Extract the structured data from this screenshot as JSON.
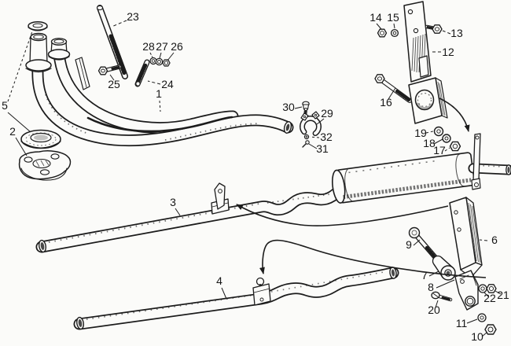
{
  "diagram": {
    "kind": "exploded-parts-diagram",
    "background_color": "#fbfbf9",
    "ink_color": "#1c1c1c"
  },
  "labels": {
    "p1": "1",
    "p2": "2",
    "p3": "3",
    "p4": "4",
    "p5": "5",
    "p6": "6",
    "p7": "7",
    "p8": "8",
    "p9": "9",
    "p10": "10",
    "p11": "11",
    "p12": "12",
    "p13": "13",
    "p14": "14",
    "p15": "15",
    "p16": "16",
    "p17": "17",
    "p18": "18",
    "p19": "19",
    "p20": "20",
    "p21": "21",
    "p22": "22",
    "p23": "23",
    "p24": "24",
    "p25": "25",
    "p26": "26",
    "p27": "27",
    "p28": "28",
    "p29": "29",
    "p30": "30",
    "p31": "31",
    "p32": "32"
  }
}
